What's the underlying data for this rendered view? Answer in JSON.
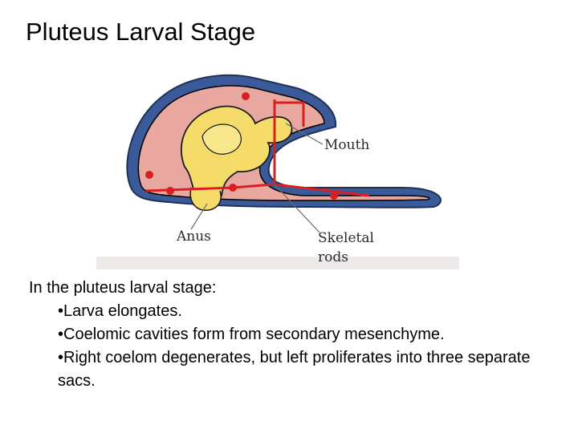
{
  "slide": {
    "title": "Pluteus Larval Stage"
  },
  "figure": {
    "labels": {
      "mouth": "Mouth",
      "anus": "Anus",
      "skeletal_line1": "Skeletal",
      "skeletal_line2": "rods"
    },
    "colors": {
      "outer_wall": "#3a5a99",
      "body_fill": "#e8a8a0",
      "gut_fill": "#f5dc6a",
      "gut_outline": "#1a1a1a",
      "skeletal_rods": "#d92020",
      "leader_lines": "#6a6a6a"
    }
  },
  "caption": {
    "intro": "In the pluteus larval stage:",
    "bullets": [
      "•Larva elongates.",
      "•Coelomic cavities form from secondary mesenchyme.",
      "•Right coelom degenerates, but left proliferates into three separate sacs."
    ]
  }
}
